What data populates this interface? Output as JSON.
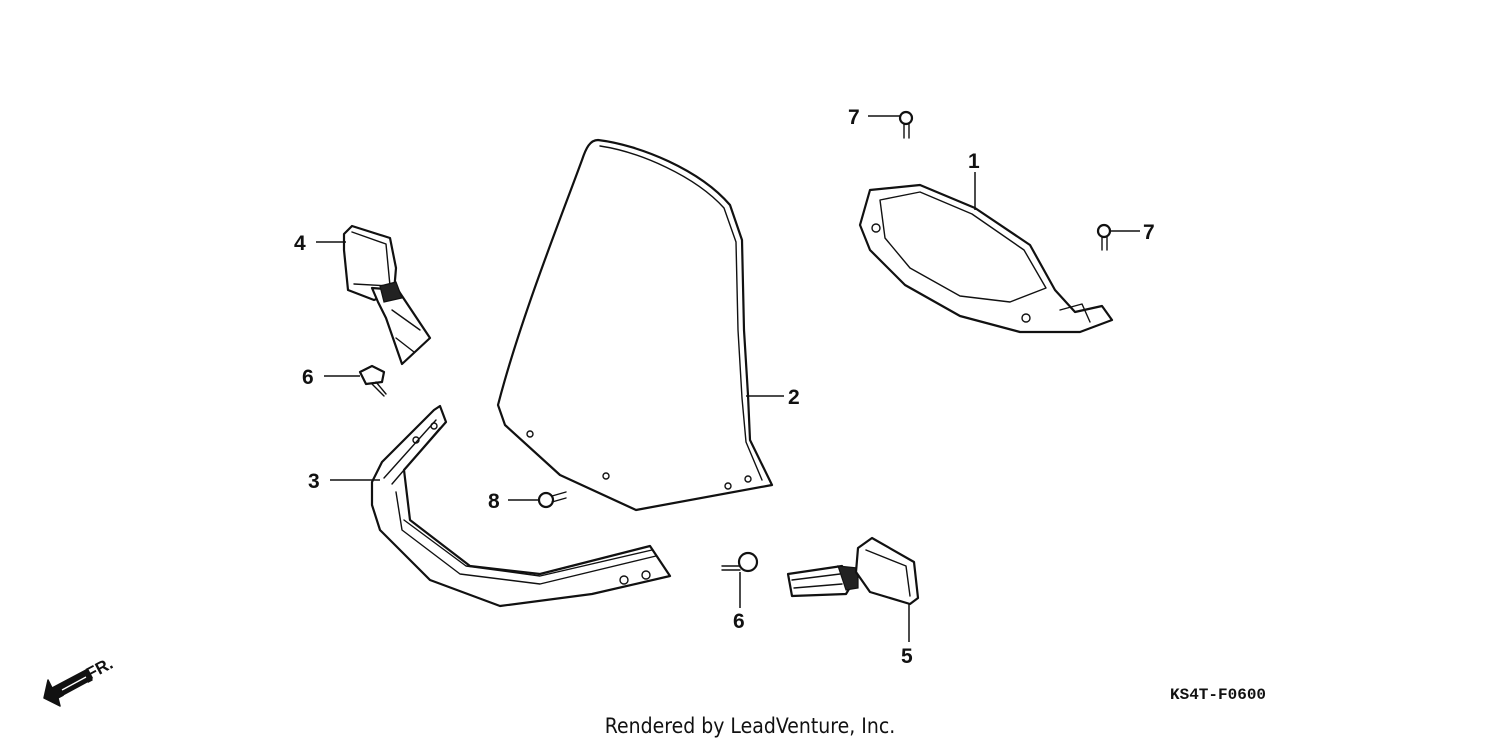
{
  "callouts": {
    "c1": "1",
    "c2": "2",
    "c3": "3",
    "c4": "4",
    "c5": "5",
    "c6a": "6",
    "c6b": "6",
    "c7a": "7",
    "c7b": "7",
    "c8": "8"
  },
  "direction_label": "FR.",
  "diagram_code": "KS4T-F0600",
  "footer": "Rendered by LeadVenture, Inc."
}
